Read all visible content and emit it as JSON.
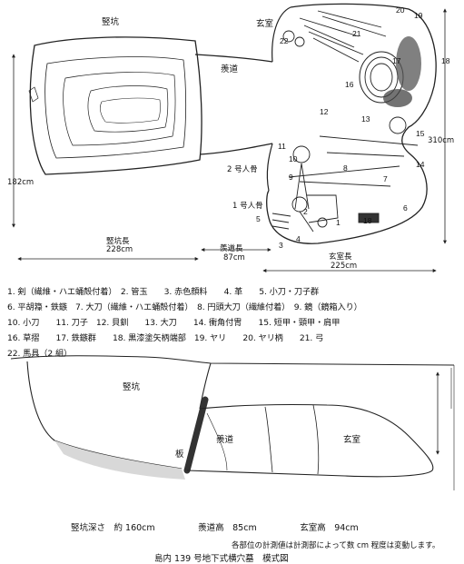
{
  "plan": {
    "labels": {
      "shaft": "竪坑",
      "passage": "羨道",
      "chamber": "玄室",
      "bone2": "2 号人骨",
      "bone1": "1 号人骨"
    },
    "dimensions": {
      "height_left": "182cm",
      "height_right": "310cm",
      "shaft_length_label": "竪坑長",
      "shaft_length_value": "228cm",
      "passage_length_label": "羨道長",
      "passage_length_value": "87cm",
      "chamber_length_label": "玄室長",
      "chamber_length_value": "225cm"
    },
    "numbers": [
      "1",
      "2",
      "3",
      "4",
      "5",
      "6",
      "7",
      "8",
      "9",
      "10",
      "11",
      "12",
      "13",
      "14",
      "15",
      "16",
      "17",
      "18",
      "19",
      "20",
      "21",
      "22"
    ]
  },
  "legend": [
    "1. 剣（繊維・ハエ蛹殻付着）　2. 管玉　　3. 赤色顔料　　4. 革　　5. 小刀・刀子群",
    "6. 平胡簶・鉄鏃　7. 大刀（繊維・ハエ蛹殻付着）　8. 円頭大刀（繊維付着）　9. 鏡（鏡箱入り）",
    "10. 小刀　　11. 刀子　12. 貝釧　　13. 大刀　　14. 衝角付冑　　15. 短甲・頸甲・肩甲",
    "16. 草摺　　17. 鉄鏃群　　18. 黒漆塗矢柄端部　19. ヤリ　　20. ヤリ柄　　21. 弓",
    "22. 馬具（2 組）"
  ],
  "section": {
    "labels": {
      "shaft": "竪坑",
      "board": "板",
      "passage": "羨道",
      "chamber": "玄室"
    },
    "depths": "竪坑深さ　約 160cm　　　　　羨道高　85cm　　　　　玄室高　94cm",
    "note": "各部位の計測値は計測部によって数 cm 程度は変動します。",
    "caption": "島内 139 号地下式横穴墓　模式図"
  }
}
